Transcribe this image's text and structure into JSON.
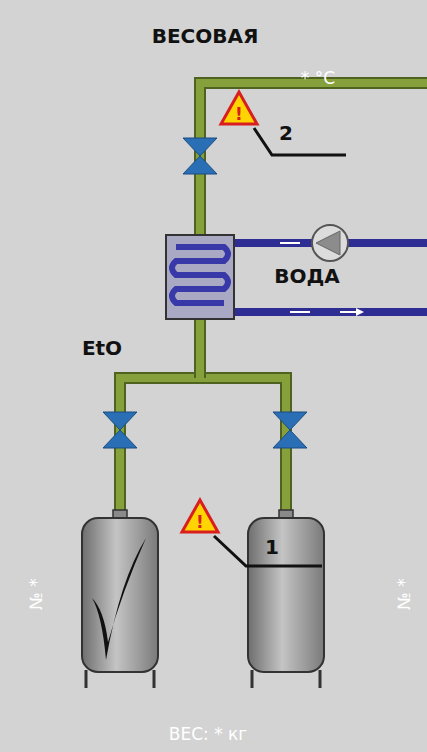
{
  "diagram": {
    "title": "ВЕСОВАЯ",
    "nodes": [
      {
        "text": [
          "№ *"
        ]
      },
      {
        "text": [
          "№ *"
        ]
      }
    ],
    "edges": [
      {
        "from": 0,
        "to": 1,
        "arrow": "none"
      }
    ],
    "labels": [
      "* °C",
      "2",
      "ВОДА",
      "EtO",
      "1",
      "ВЕС: * кг"
    ]
  }
}
